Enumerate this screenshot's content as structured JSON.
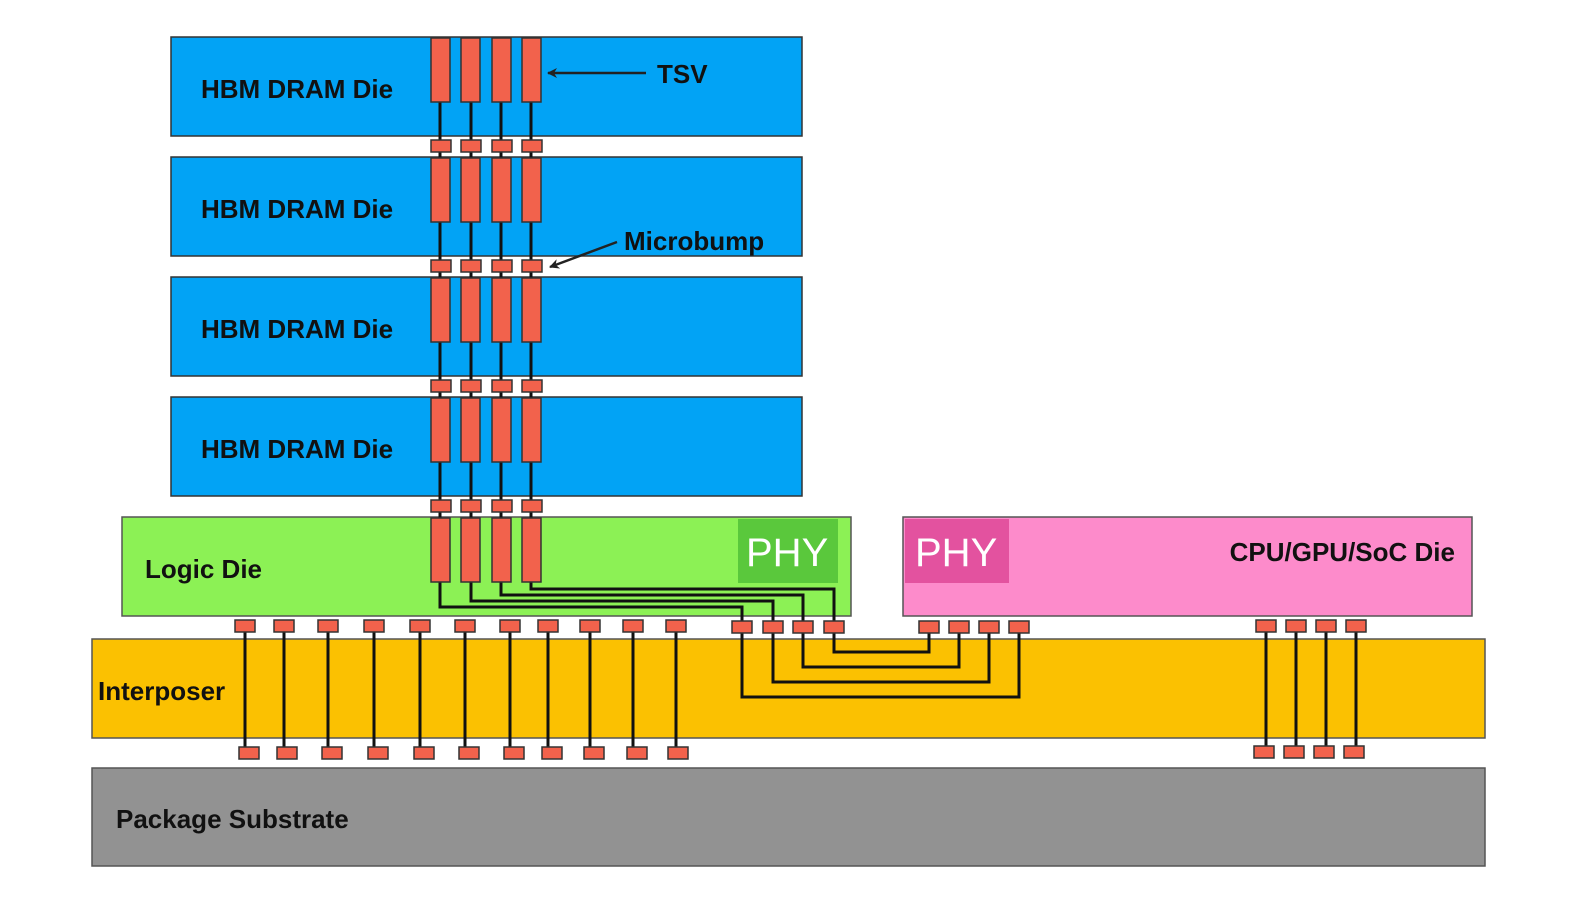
{
  "colors": {
    "dram": "#02a3f5",
    "logic": "#8cf155",
    "logic_phy": "#5ac83c",
    "soc": "#fd8bcb",
    "soc_phy": "#e3529f",
    "interposer": "#fbc101",
    "substrate": "#929292",
    "bump": "#f2624c",
    "wire": "#111111"
  },
  "dram_dies": [
    {
      "label": "HBM DRAM Die"
    },
    {
      "label": "HBM DRAM Die"
    },
    {
      "label": "HBM DRAM Die"
    },
    {
      "label": "HBM DRAM Die"
    }
  ],
  "logic_die": {
    "label": "Logic Die",
    "phy_label": "PHY"
  },
  "soc_die": {
    "label": "CPU/GPU/SoC Die",
    "phy_label": "PHY"
  },
  "interposer": {
    "label": "Interposer"
  },
  "substrate": {
    "label": "Package Substrate"
  },
  "annotations": {
    "tsv": "TSV",
    "microbump": "Microbump"
  }
}
